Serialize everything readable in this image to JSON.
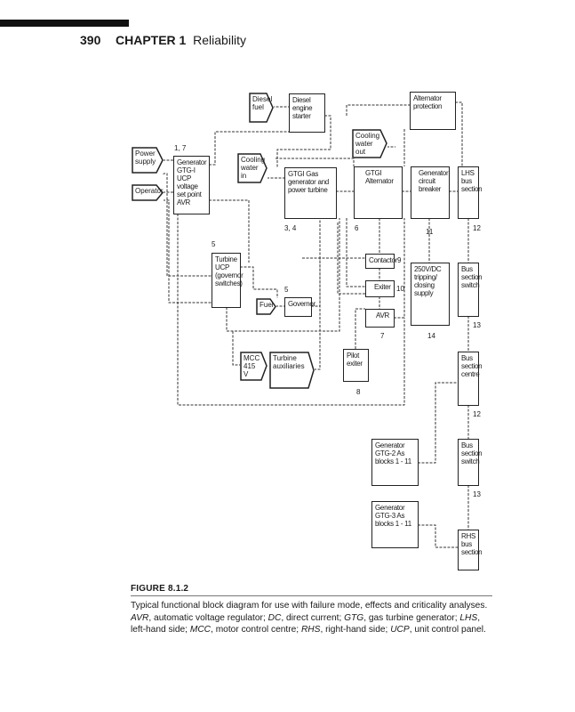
{
  "header": {
    "page_number": "390",
    "chapter": "CHAPTER 1",
    "chapter_title": "Reliability"
  },
  "diagram": {
    "diesel_fuel": "Diesel fuel",
    "diesel_engine_starter": "Diesel engine starter",
    "alternator_protection": "Alternator protection",
    "cooling_water_out": "Cooling water out",
    "power_supply": "Power supply",
    "operator": "Operator",
    "gtg1_ucp": "Generator GTG-I UCP voltage set point AVR",
    "gtg1_ucp_num": "1, 7",
    "cooling_water_in": "Cooling water in",
    "gas_generator": "GTGI Gas generator and power turbine",
    "gas_generator_num": "3, 4",
    "gtg_alternator": "GTGI Alternator",
    "gtg_alternator_num": "6",
    "gen_circuit_breaker": "Generator circuit breaker",
    "gen_circuit_breaker_num": "11",
    "lhs_bus": "LHS bus section",
    "lhs_bus_num": "12",
    "turbine_ucp": "Turbine UCP (governor switches)",
    "turbine_ucp_num": "5",
    "contactor": "Contactor",
    "contactor_num": "9",
    "dc_supply": "250V/DC tripping/ closing supply",
    "dc_supply_num": "14",
    "bus_switch_1": "Bus section switch",
    "bus_switch_1_num": "13",
    "exiter": "Exiter",
    "exiter_num": "10",
    "fuel": "Fuel",
    "governor": "Governor",
    "governor_num": "5",
    "avr": "AVR",
    "avr_num": "7",
    "mcc": "MCC 415 V",
    "turbine_aux": "Turbine auxiliaries",
    "pilot_exiter": "Pilot exiter",
    "pilot_exiter_num": "8",
    "bus_centre": "Bus section centre",
    "bus_centre_num": "12",
    "gtg2": "Generator GTG-2 As blocks 1 - 11",
    "bus_switch_2": "Bus section switch",
    "bus_switch_2_num": "13",
    "gtg3": "Generator GTG-3 As blocks 1 - 11",
    "rhs_bus": "RHS bus section"
  },
  "figure": {
    "label": "FIGURE 8.1.2",
    "caption_lead": "Typical functional block diagram for use with failure mode, effects and criticality analyses.",
    "abbrevs": [
      {
        "term": "AVR",
        "def": ", automatic voltage regulator; "
      },
      {
        "term": "DC",
        "def": ", direct current; "
      },
      {
        "term": "GTG",
        "def": ", gas turbine generator; "
      },
      {
        "term": "LHS",
        "def": ", left-hand side; "
      },
      {
        "term": "MCC",
        "def": ", motor control centre; "
      },
      {
        "term": "RHS",
        "def": ", right-hand side; "
      },
      {
        "term": "UCP",
        "def": ", unit control panel."
      }
    ]
  }
}
